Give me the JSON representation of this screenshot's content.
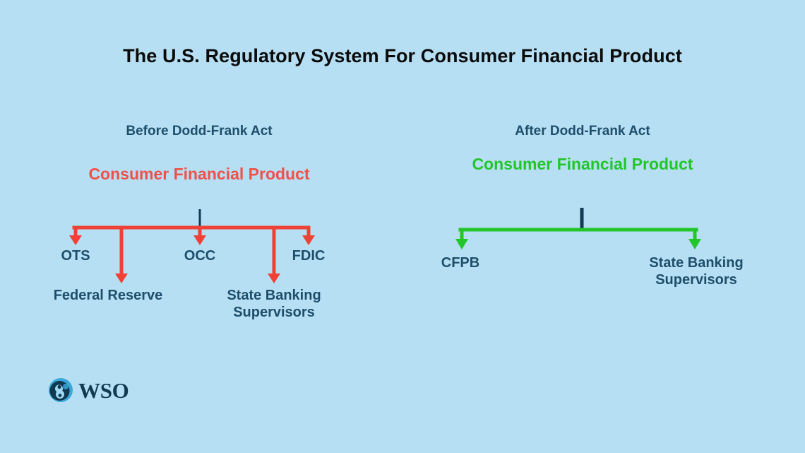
{
  "page": {
    "title": "The U.S. Regulatory System For Consumer Financial Product",
    "background_color": "#b7dff3"
  },
  "colors": {
    "navy_text": "#1d4e6b",
    "title_black": "#0b0b0b",
    "red_accent": "#ef4136",
    "red_text": "#f0504a",
    "green_accent": "#22c52a",
    "stem_navy": "#123a52"
  },
  "columns": [
    {
      "id": "before",
      "heading": "Before Dodd-Frank Act",
      "root": "Consumer Financial Product",
      "root_color": "#f0504a",
      "connector_color": "#ef4136",
      "leaves": [
        {
          "id": "ots",
          "label": "OTS"
        },
        {
          "id": "fed",
          "label": "Federal Reserve"
        },
        {
          "id": "occ",
          "label": "OCC"
        },
        {
          "id": "sbs-left",
          "label": "State Banking Supervisors"
        },
        {
          "id": "fdic",
          "label": "FDIC"
        }
      ]
    },
    {
      "id": "after",
      "heading": "After Dodd-Frank Act",
      "root": "Consumer Financial Product",
      "root_color": "#22c52a",
      "connector_color": "#22c52a",
      "leaves": [
        {
          "id": "cfpb",
          "label": "CFPB"
        },
        {
          "id": "sbs-right",
          "label": "State Banking Supervisors"
        }
      ]
    }
  ],
  "logo": {
    "wordmark": "WSO",
    "mark_name": "wso-globe-icon"
  }
}
